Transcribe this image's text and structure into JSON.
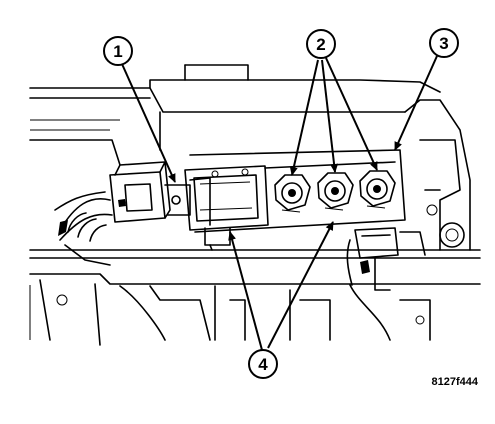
{
  "callouts": [
    {
      "id": "1",
      "label": "1"
    },
    {
      "id": "2",
      "label": "2"
    },
    {
      "id": "3",
      "label": "3"
    },
    {
      "id": "4",
      "label": "4"
    }
  ],
  "figure_code": "8127f444"
}
